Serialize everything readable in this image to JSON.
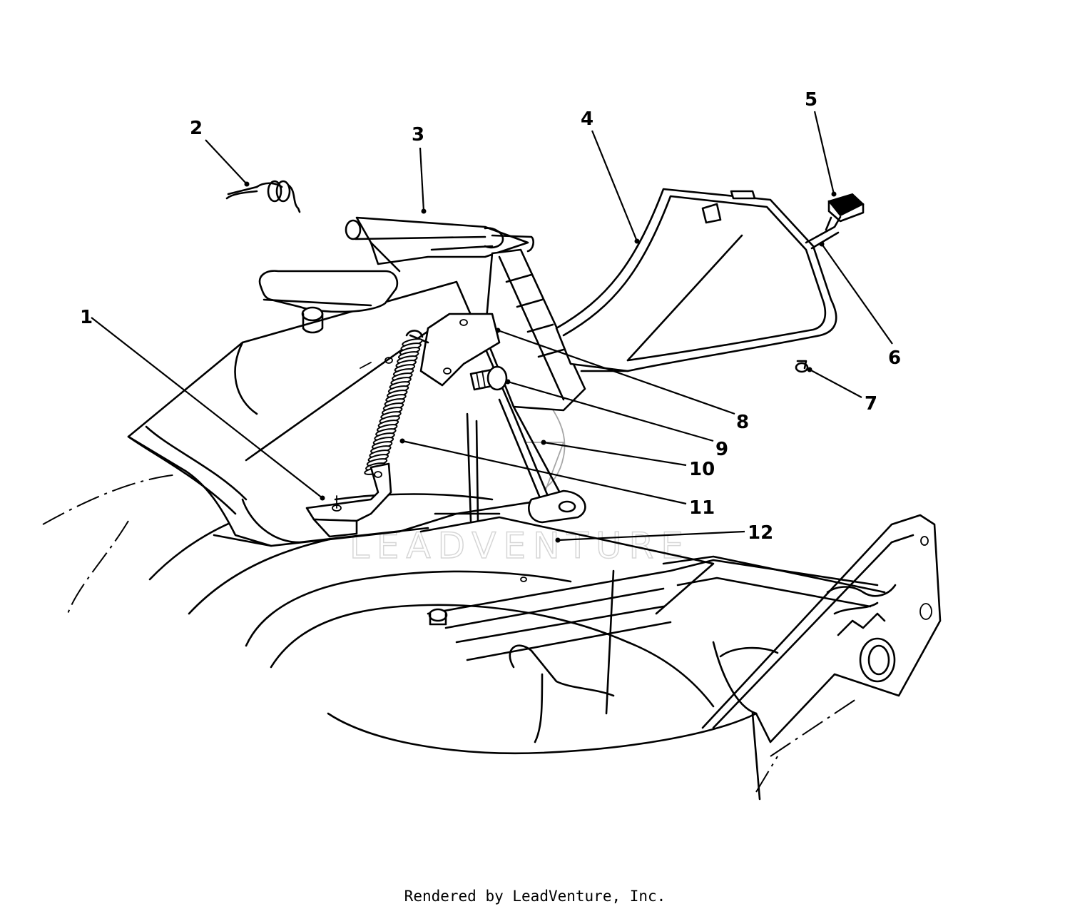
{
  "callouts": [
    {
      "id": "1",
      "label": "1"
    },
    {
      "id": "2",
      "label": "2"
    },
    {
      "id": "3",
      "label": "3"
    },
    {
      "id": "4",
      "label": "4"
    },
    {
      "id": "5",
      "label": "5"
    },
    {
      "id": "6",
      "label": "6"
    },
    {
      "id": "7",
      "label": "7"
    },
    {
      "id": "8",
      "label": "8"
    },
    {
      "id": "9",
      "label": "9"
    },
    {
      "id": "10",
      "label": "10"
    },
    {
      "id": "11",
      "label": "11"
    },
    {
      "id": "12",
      "label": "12"
    }
  ],
  "watermark": {
    "text": "LEADVENTURE"
  },
  "footer": {
    "text": "Rendered by LeadVenture, Inc."
  }
}
